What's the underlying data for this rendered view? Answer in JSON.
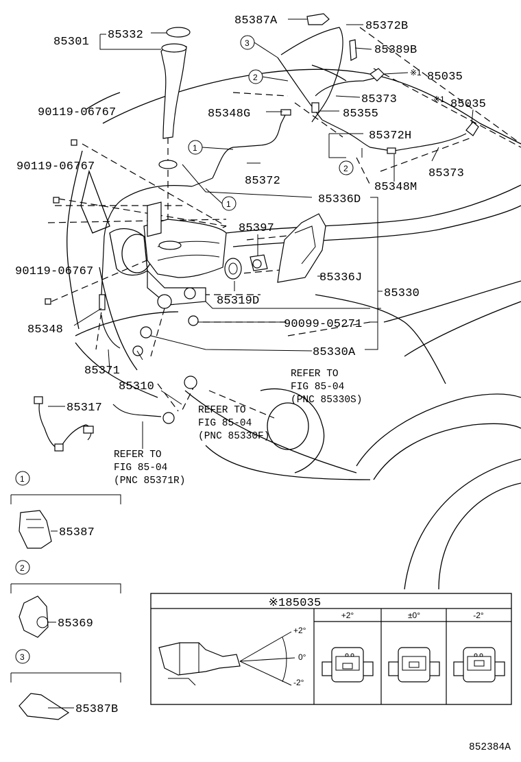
{
  "callouts": {
    "p85301": "85301",
    "p85332": "85332",
    "p85387A": "85387A",
    "p85372B": "85372B",
    "p85389B": "85389B",
    "p85035a": "85035",
    "p85373a": "85373",
    "p85035b": "85035",
    "p85348G": "85348G",
    "p85355": "85355",
    "p85372H": "85372H",
    "p90119a": "90119-06767",
    "p90119b": "90119-06767",
    "p90119c": "90119-06767",
    "p85372": "85372",
    "p85373b": "85373",
    "p85348M": "85348M",
    "p85336D": "85336D",
    "p85397": "85397",
    "p85336J": "85336J",
    "p85330": "85330",
    "p85319D": "85319D",
    "p85348": "85348",
    "p90099": "90099-05271",
    "p85330A": "85330A",
    "p85371": "85371",
    "p85310": "85310",
    "p85317": "85317"
  },
  "marks": {
    "ref": "※1"
  },
  "circle_refs": {
    "one": "1",
    "two": "2",
    "three": "3"
  },
  "refer_notes": {
    "note_s": [
      "REFER TO",
      "FIG 85-04",
      "(PNC 85330S)"
    ],
    "note_f": [
      "REFER TO",
      "FIG 85-04",
      "(PNC 85330F)"
    ],
    "note_r": [
      "REFER TO",
      "FIG 85-04",
      "(PNC 85371R)"
    ]
  },
  "legend": {
    "item1": {
      "num": "1",
      "part": "85387"
    },
    "item2": {
      "num": "2",
      "part": "85369"
    },
    "item3": {
      "num": "3",
      "part": "85387B"
    }
  },
  "detail_box": {
    "title": "※185035",
    "angles": {
      "plus": "+2°",
      "zero": "0°",
      "minus": "-2°"
    },
    "columns": [
      "+2°",
      "±0°",
      "-2°"
    ]
  },
  "figure_id": "852384A"
}
